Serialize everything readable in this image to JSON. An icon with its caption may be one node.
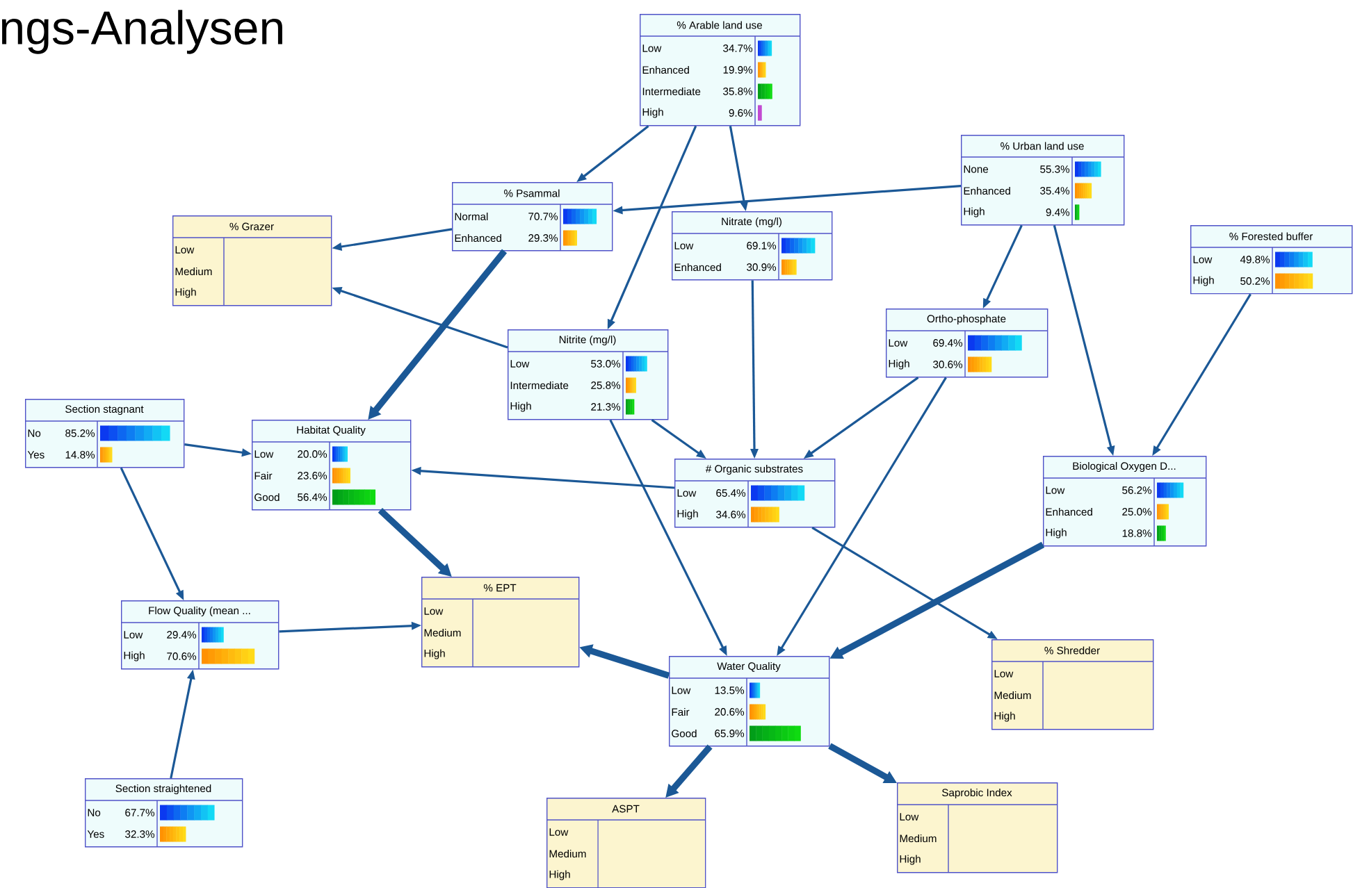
{
  "diagram": {
    "title": "ngs-Analysen",
    "nodes": [
      {
        "text": [
          "% Arable land use",
          "Low",
          "34.7%",
          "Enhanced",
          "19.9%",
          "Intermediate",
          "35.8%",
          "High",
          "9.6%"
        ]
      },
      {
        "text": [
          "% Urban land use",
          "None",
          "55.3%",
          "Enhanced",
          "35.4%",
          "High",
          "9.4%"
        ]
      },
      {
        "text": [
          "% Psammal",
          "Normal",
          "70.7%",
          "Enhanced",
          "29.3%"
        ]
      },
      {
        "text": [
          "% Grazer",
          "Low",
          "Medium",
          "High"
        ]
      },
      {
        "text": [
          "Nitrate (mg/l)",
          "Low",
          "69.1%",
          "Enhanced",
          "30.9%"
        ]
      },
      {
        "text": [
          "% Forested buffer",
          "Low",
          "49.8%",
          "High",
          "50.2%"
        ]
      },
      {
        "text": [
          "Ortho-phosphate",
          "Low",
          "69.4%",
          "High",
          "30.6%"
        ]
      },
      {
        "text": [
          "Nitrite (mg/l)",
          "Low",
          "53.0%",
          "Intermediate",
          "25.8%",
          "High",
          "21.3%"
        ]
      },
      {
        "text": [
          "Section stagnant",
          "No",
          "85.2%",
          "Yes",
          "14.8%"
        ]
      },
      {
        "text": [
          "Habitat Quality",
          "Low",
          "20.0%",
          "Fair",
          "23.6%",
          "Good",
          "56.4%"
        ]
      },
      {
        "text": [
          "# Organic substrates",
          "Low",
          "65.4%",
          "High",
          "34.6%"
        ]
      },
      {
        "text": [
          "Biological Oxygen D...",
          "Low",
          "56.2%",
          "Enhanced",
          "25.0%",
          "High",
          "18.8%"
        ]
      },
      {
        "text": [
          "Flow Quality (mean ...",
          "Low",
          "29.4%",
          "High",
          "70.6%"
        ]
      },
      {
        "text": [
          "% EPT",
          "Low",
          "Medium",
          "High"
        ]
      },
      {
        "text": [
          "Water Quality",
          "Low",
          "13.5%",
          "Fair",
          "20.6%",
          "Good",
          "65.9%"
        ]
      },
      {
        "text": [
          "% Shredder",
          "Low",
          "Medium",
          "High"
        ]
      },
      {
        "text": [
          "Section straightened",
          "No",
          "67.7%",
          "Yes",
          "32.3%"
        ]
      },
      {
        "text": [
          "ASPT",
          "Low",
          "Medium",
          "High"
        ]
      },
      {
        "text": [
          "Saprobic Index",
          "Low",
          "Medium",
          "High"
        ]
      }
    ],
    "edges": [
      {
        "from": 0,
        "to": 2,
        "arrow": "to"
      },
      {
        "from": 0,
        "to": 7,
        "arrow": "to"
      },
      {
        "from": 0,
        "to": 4,
        "arrow": "to"
      },
      {
        "from": 1,
        "to": 2,
        "arrow": "to"
      },
      {
        "from": 1,
        "to": 6,
        "arrow": "to"
      },
      {
        "from": 1,
        "to": 11,
        "arrow": "to"
      },
      {
        "from": 2,
        "to": 3,
        "arrow": "to"
      },
      {
        "from": 2,
        "to": 9,
        "arrow": "to",
        "style": "thick"
      },
      {
        "from": 7,
        "to": 3,
        "arrow": "to"
      },
      {
        "from": 7,
        "to": 10,
        "arrow": "to"
      },
      {
        "from": 7,
        "to": 14,
        "arrow": "to"
      },
      {
        "from": 4,
        "to": 10,
        "arrow": "to"
      },
      {
        "from": 6,
        "to": 10,
        "arrow": "to"
      },
      {
        "from": 6,
        "to": 14,
        "arrow": "to"
      },
      {
        "from": 5,
        "to": 11,
        "arrow": "to"
      },
      {
        "from": 8,
        "to": 9,
        "arrow": "to"
      },
      {
        "from": 8,
        "to": 12,
        "arrow": "to"
      },
      {
        "from": 10,
        "to": 9,
        "arrow": "to"
      },
      {
        "from": 10,
        "to": 15,
        "arrow": "to"
      },
      {
        "from": 9,
        "to": 13,
        "arrow": "to",
        "style": "thick"
      },
      {
        "from": 12,
        "to": 13,
        "arrow": "to"
      },
      {
        "from": 16,
        "to": 12,
        "arrow": "to"
      },
      {
        "from": 11,
        "to": 14,
        "arrow": "to",
        "style": "thick"
      },
      {
        "from": 14,
        "to": 13,
        "arrow": "to",
        "style": "thick"
      },
      {
        "from": 14,
        "to": 17,
        "arrow": "to",
        "style": "thick"
      },
      {
        "from": 14,
        "to": 18,
        "arrow": "to",
        "style": "thick"
      }
    ]
  }
}
